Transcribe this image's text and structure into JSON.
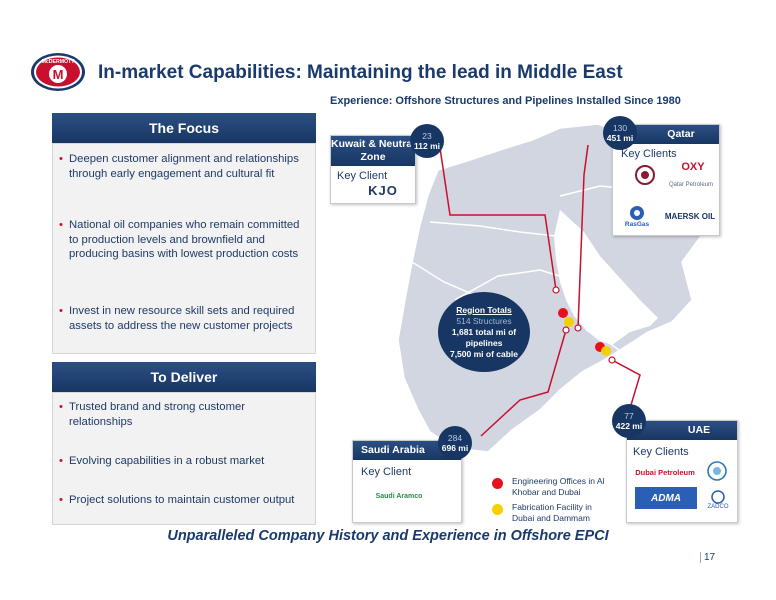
{
  "logo": {
    "name": "mcdermott-logo",
    "text": "McDERMOTT",
    "letter": "M"
  },
  "header": {
    "title": "In-market Capabilities: Maintaining the lead in Middle East",
    "subtitle": "Experience: Offshore Structures and Pipelines Installed Since 1980"
  },
  "focus": {
    "heading": "The Focus",
    "bullets": [
      "Deepen customer alignment and relationships through early engagement and cultural fit",
      "National oil companies who remain committed to production levels and brownfield and producing basins with lowest production costs",
      "Invest in new resource skill sets and required assets to address the new customer projects"
    ]
  },
  "deliver": {
    "heading": "To Deliver",
    "bullets": [
      "Trusted brand and strong customer relationships",
      "Evolving capabilities in a robust market",
      "Project solutions to maintain customer output"
    ]
  },
  "regions": {
    "kuwait": {
      "name": "Kuwait & Neutral Zone",
      "label": "Key Client",
      "count": "23",
      "miles": "112 mi",
      "clients": [
        "KJO"
      ]
    },
    "qatar": {
      "name": "Qatar",
      "label": "Key Clients",
      "count": "130",
      "miles": "451 mi",
      "clients": [
        "QP",
        "OXY",
        "Qatar Petroleum",
        "RasGas",
        "MAERSK OIL"
      ]
    },
    "saudi": {
      "name": "Saudi Arabia",
      "label": "Key Client",
      "count": "284",
      "miles": "696 mi",
      "clients": [
        "Saudi Aramco"
      ]
    },
    "uae": {
      "name": "UAE",
      "label": "Key Clients",
      "count": "77",
      "miles": "422 mi",
      "clients": [
        "Dubai Petroleum",
        "ADMA",
        "ZADCO"
      ]
    }
  },
  "totals": {
    "title": "Region Totals",
    "structures": "514 Structures",
    "pipelines": "1,681 total mi of pipelines",
    "cable": "7,500 mi of cable"
  },
  "legend": {
    "engineering": "Engineering Offices in Al Khobar and Dubai",
    "fabrication": "Fabrication Facility in Dubai and Dammam",
    "colors": {
      "engineering": "#e8101c",
      "fabrication": "#f5d000"
    }
  },
  "footer": {
    "tagline": "Unparalleled Company History and Experience in Offshore EPCI",
    "page": "17"
  },
  "colors": {
    "navy": "#173663",
    "accent_red": "#c8102e",
    "connector": "#c8102e"
  }
}
